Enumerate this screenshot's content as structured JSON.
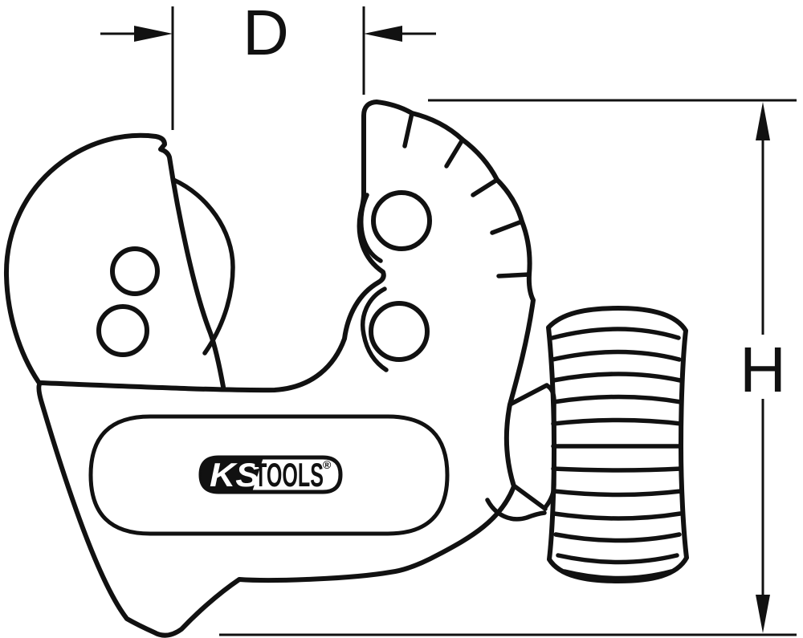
{
  "figure": {
    "type": "technical-line-drawing",
    "subject": "mini pipe cutter, side view",
    "dimensions": {
      "width_label": "D",
      "height_label": "H"
    },
    "logo": {
      "ks": "KS",
      "tools": "TOOLS",
      "registered": "®"
    },
    "colors": {
      "line": "#111111",
      "background": "#ffffff"
    }
  }
}
